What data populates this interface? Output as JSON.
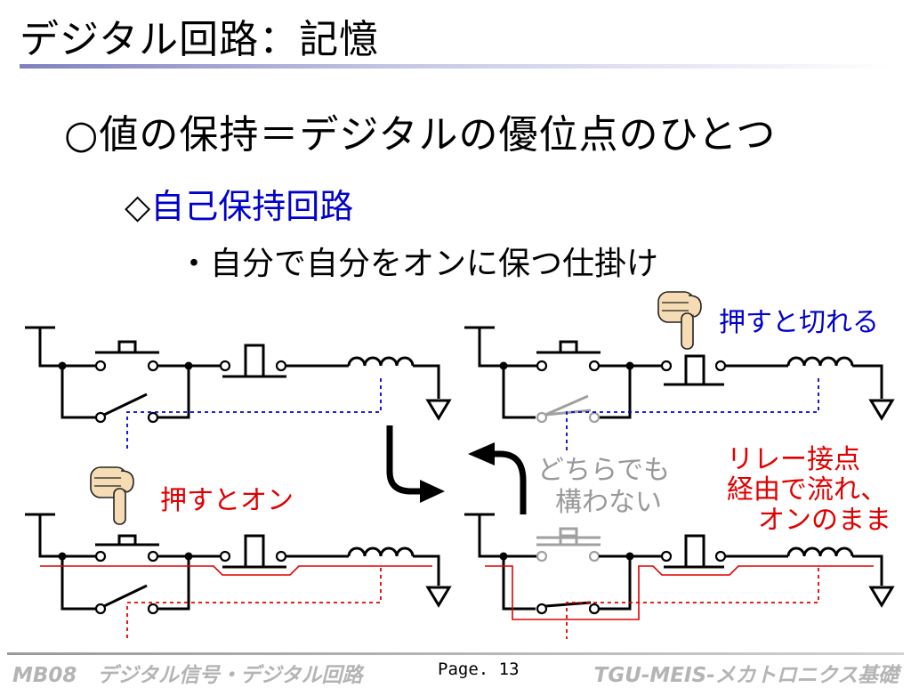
{
  "slide": {
    "title": "デジタル回路：記憶",
    "heading": "○値の保持＝デジタルの優位点のひとつ",
    "subheading_marker": "◇",
    "subheading": "自己保持回路",
    "bullet": "・自分で自分をオンに保つ仕掛け"
  },
  "diagram": {
    "label_press_on": "押すとオン",
    "label_press_off": "押すと切れる",
    "label_either_line1": "どちらでも",
    "label_either_line2": "構わない",
    "label_relay_line1": "リレー接点",
    "label_relay_line2": "経由で流れ、",
    "label_relay_line3": "オンのまま",
    "colors": {
      "wire": "#000000",
      "current": "#e00000",
      "link": "#0000cc",
      "inactive": "#a0a0a0",
      "label_blue": "#0000cc",
      "label_red": "#e00000",
      "label_gray": "#999999",
      "hand_skin": "#f6dcb4"
    },
    "icons": [
      "pointing-hand-icon",
      "curved-arrow-icon"
    ]
  },
  "footer": {
    "course": "MB08　デジタル信号・デジタル回路",
    "page": "Page. 13",
    "series": "TGU-MEIS-メカトロニクス基礎"
  }
}
